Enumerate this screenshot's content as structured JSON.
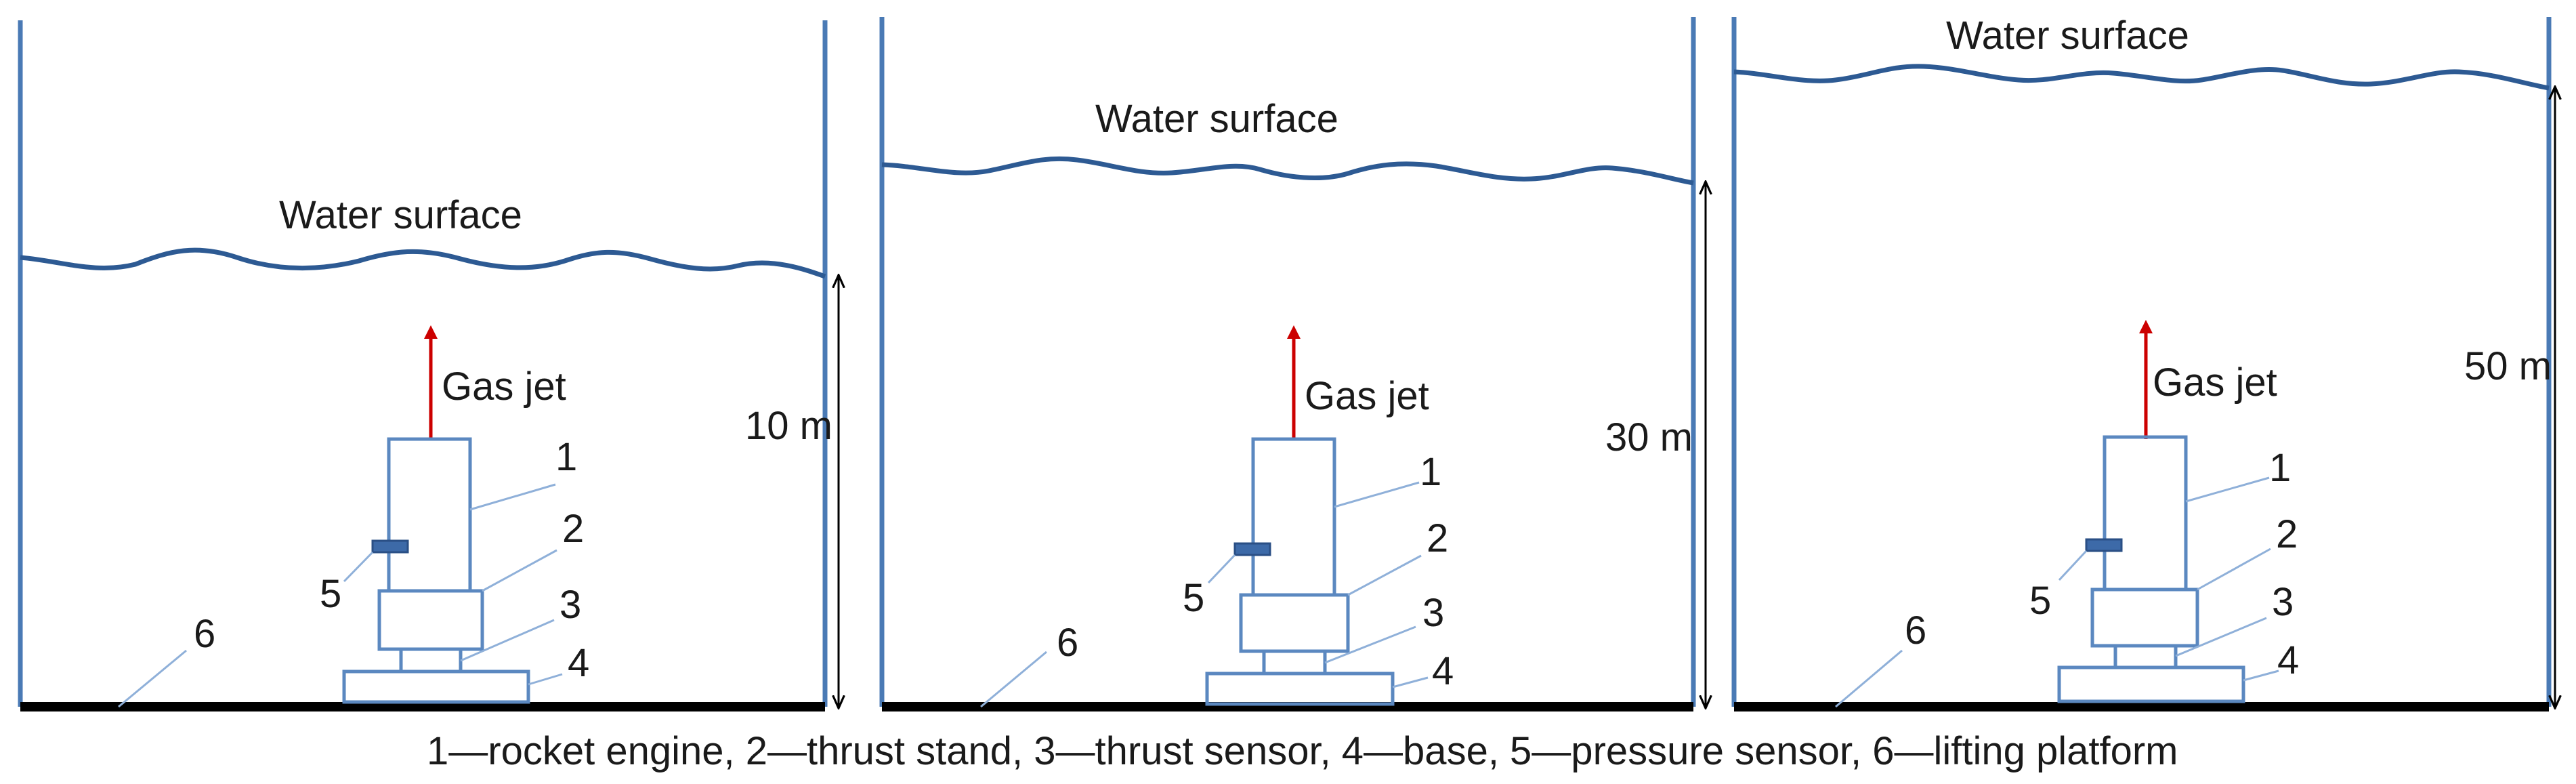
{
  "colors": {
    "wall": "#4a7ab5",
    "water": "#2d5a93",
    "platform": "#000000",
    "arrow_jet": "#cc0000",
    "component": "#5b88c0",
    "pressure_sensor": "#3d6aa8",
    "leader": "#8fb0d9",
    "text": "#1a1a1a"
  },
  "panels": [
    {
      "water_label": "Water surface",
      "jet_label": "Gas jet",
      "depth_label": "10 m",
      "depth_m": 10,
      "numbers": [
        "1",
        "2",
        "3",
        "4",
        "5",
        "6"
      ]
    },
    {
      "water_label": "Water surface",
      "jet_label": "Gas jet",
      "depth_label": "30 m",
      "depth_m": 30,
      "numbers": [
        "1",
        "2",
        "3",
        "4",
        "5",
        "6"
      ]
    },
    {
      "water_label": "Water surface",
      "jet_label": "Gas jet",
      "depth_label": "50 m",
      "depth_m": 50,
      "numbers": [
        "1",
        "2",
        "3",
        "4",
        "5",
        "6"
      ]
    }
  ],
  "caption": "1—rocket engine, 2—thrust stand, 3—thrust sensor, 4—base, 5—pressure sensor, 6—lifting platform"
}
